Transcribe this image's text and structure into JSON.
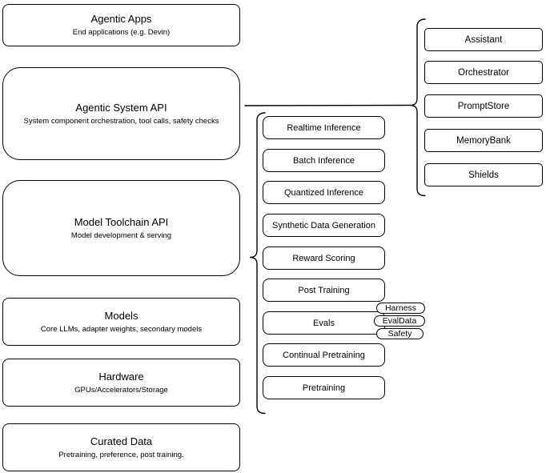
{
  "diagram": {
    "colors": {
      "stroke": "#000000",
      "background": "#ffffff",
      "fill": "#ffffff",
      "text": "#000000"
    },
    "left_stack": [
      {
        "title": "Agentic Apps",
        "subtitle": "End applications (e.g. Devin)"
      },
      {
        "title": "Agentic System API",
        "subtitle": "System component orchestration, tool calls, safety checks"
      },
      {
        "title": "Model Toolchain API",
        "subtitle": "Model development & serving"
      },
      {
        "title": "Models",
        "subtitle": "Core LLMs, adapter weights, secondary models"
      },
      {
        "title": "Hardware",
        "subtitle": "GPUs/Accelerators/Storage"
      },
      {
        "title": "Curated Data",
        "subtitle": "Pretraining, preference, post training."
      }
    ],
    "toolchain_items": [
      "Realtime Inference",
      "Batch Inference",
      "Quantized Inference",
      "Synthetic Data Generation",
      "Reward Scoring",
      "Post Training",
      "Evals",
      "Continual Pretraining",
      "Pretraining"
    ],
    "eval_tags": [
      "Harness",
      "EvalData",
      "Safety"
    ],
    "system_components": [
      "Assistant",
      "Orchestrator",
      "PromptStore",
      "MemoryBank",
      "Shields"
    ]
  }
}
